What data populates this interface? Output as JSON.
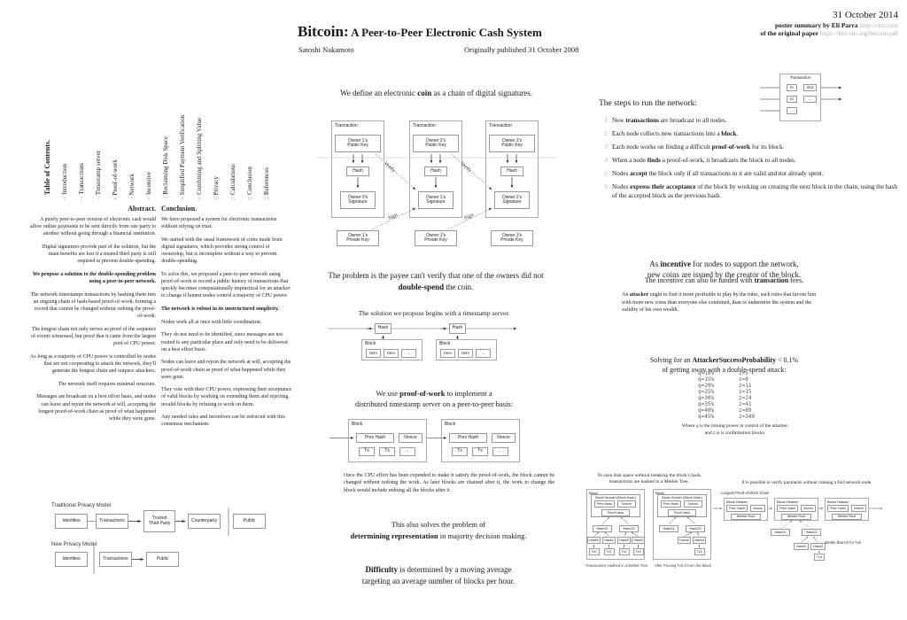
{
  "header": {
    "title_main": "Bitcoin:",
    "title_sub": " A Peer-to-Peer Electronic Cash System",
    "author": "Satoshi Nakamoto",
    "published": "Originally published 31 October 2008",
    "date": "31 October 2014",
    "summary_text": "poster summary by Eli Parra ",
    "summary_link": "http://elzr.com",
    "original_text": "of the original paper ",
    "original_link": "https://bitcoin.org/bitcoin.pdf"
  },
  "toc": {
    "title": "Table of Contents.",
    "items": [
      {
        "num": "1",
        "label": "Introduction"
      },
      {
        "num": "2",
        "label": "Transactions"
      },
      {
        "num": "3",
        "label": "Timestamp server"
      },
      {
        "num": "4",
        "label": "Proof-of-work"
      },
      {
        "num": "5",
        "label": "Network"
      },
      {
        "num": "6",
        "label": "Incentive"
      },
      {
        "num": "7",
        "label": "Reclaiming Disk Space"
      },
      {
        "num": "8",
        "label": "Simplified Payment Verification"
      },
      {
        "num": "9",
        "label": "Combining and Splitting Value"
      },
      {
        "num": "10",
        "label": "Privacy"
      },
      {
        "num": "11",
        "label": "Calculations"
      },
      {
        "num": "12",
        "label": "Conclusion"
      },
      {
        "num": "13",
        "label": "References"
      }
    ]
  },
  "abstract": {
    "title": "Abstract.",
    "paragraphs": [
      "A purely peer-to-peer version of electronic cash would allow online payments to be sent directly from one party to another without going through a financial institution.",
      "Digital signatures provide part of the solution, but the main benefits are lost if a trusted third party is still required to prevent double-spending.",
      "We propose a solution to the double-spending problem using a peer-to-peer network.",
      "The network timestamps transactions by hashing them into an ongoing chain of hash-based proof-of-work, forming a record that cannot be changed without redoing the proof-of-work.",
      "The longest chain not only serves as proof of the sequence of events witnessed, but proof that it came from the largest pool of CPU power.",
      "As long as a majority of CPU power is controlled by nodes that are not cooperating to attack the network, they'll generate the longest chain and outpace attackers.",
      "The network itself requires minimal structure.",
      "Messages are broadcast on a best effort basis, and nodes can leave and rejoin the network at will, accepting the longest proof-of-work chain as proof of what happened while they were gone."
    ]
  },
  "conclusion": {
    "title": "Conclusion.",
    "paragraphs": [
      "We have proposed a system for electronic transactions without relying on trust.",
      "We started with the usual framework of coins made from digital signatures, which provides strong control of ownership, but is incomplete without a way to prevent double-spending.",
      "To solve this, we proposed a peer-to-peer network using proof-of-work to record a public history of transactions that quickly becomes computationally impractical for an attacker to change if honest nodes control a majority of CPU power.",
      "The network is robust in its unstructured simplicity.",
      "Nodes work all at once with little coordination.",
      "They do not need to be identified, since messages are not routed to any particular place and only need to be delivered on a best effort basis.",
      "Nodes can leave and rejoin the network at will, accepting the proof-of-work chain as proof of what happened while they were gone.",
      "They vote with their CPU power, expressing their acceptance of valid blocks by working on extending them and rejecting invalid blocks by refusing to work on them.",
      "Any needed rules and incentives can be enforced with this consensus mechanism."
    ]
  },
  "coin_def": {
    "pre": "We define an electronic ",
    "bold": "coin",
    "post": " as a chain of digital signatures."
  },
  "coin_diagram": {
    "verify": "Verify",
    "sign": "Sign",
    "txs": [
      {
        "title": "Transaction",
        "pub": "Owner 1's\nPublic Key",
        "hash": "Hash",
        "sig": "Owner 0's\nSignature",
        "priv": "Owner 1's\nPrivate Key"
      },
      {
        "title": "Transaction",
        "pub": "Owner 2's\nPublic Key",
        "hash": "Hash",
        "sig": "Owner 1's\nSignature",
        "priv": "Owner 2's\nPrivate Key"
      },
      {
        "title": "Transaction",
        "pub": "Owner 3's\nPublic Key",
        "hash": "Hash",
        "sig": "Owner 2's\nSignature",
        "priv": "Owner 3's\nPrivate Key"
      }
    ]
  },
  "problem": {
    "pre": "The problem is the payee can't verify that one of the owners did not ",
    "bold": "double-spend",
    "post": " the coin."
  },
  "solution_ts": "The solution we propose begins with a timestamp server.",
  "timestamp_diagram": {
    "hash": "Hash",
    "block": "Block",
    "item": "Item",
    "dots": "..."
  },
  "pow_intro": {
    "pre": "We use ",
    "bold": "proof-of-work",
    "post": " to implement a\ndistributed timestamp server on a peer-to-peer basis:"
  },
  "pow_diagram": {
    "block": "Block",
    "prev": "Prev Hash",
    "nonce": "Nonce",
    "tx": "Tx",
    "dots": "..."
  },
  "once_cpu": "Once the CPU effort has been expended to make it satisfy the proof-of-work, the block cannot be changed without redoing the work. As later blocks are chained after it, the work to change the block would include redoing all the blocks after it.",
  "representation": {
    "pre": "This also solves the problem of\n",
    "bold": "determining representation",
    "post": " in majority decision making."
  },
  "difficulty": {
    "bold": "Difficulty",
    "post": " is determined by a moving average\ntargeting an average number of blocks per hour."
  },
  "net_tx": {
    "title": "Transaction",
    "in": "In",
    "out": "Out",
    "dots": "..."
  },
  "steps": {
    "title": "The steps to run the network:",
    "items": [
      {
        "num": "1",
        "pre": "New ",
        "bold": "transactions",
        "post": " are broadcast to all nodes."
      },
      {
        "num": "2",
        "pre": "Each node collects new transactions into a ",
        "bold": "block",
        "post": "."
      },
      {
        "num": "3",
        "pre": "Each node works on finding a difficult ",
        "bold": "proof-of-work",
        "post": " for its block."
      },
      {
        "num": "4",
        "pre": "When a node ",
        "bold": "finds",
        "post": " a proof-of-work, it broadcasts the block to all nodes."
      },
      {
        "num": "5",
        "pre": "Nodes ",
        "bold": "accept",
        "post": " the block only if all transactions in it are valid and not already spent."
      },
      {
        "num": "6",
        "pre": "Nodes ",
        "bold": "express their acceptance",
        "post": " of the block by working on creating the next block in the chain, using the hash of the accepted block as the previous hash."
      }
    ]
  },
  "incentive": {
    "pre": "As ",
    "bold": "incentive",
    "post": " for nodes to support the network,\nnew coins are issued by the creator of the block."
  },
  "fees": {
    "pre": "The incentive can also be funded with ",
    "bold": "transaction",
    "post": " fees."
  },
  "attacker_note": {
    "pre": "An ",
    "bold": "attacker",
    "post": " ought to find it more profitable to play by the rules, such rules that favour him with more new coins than everyone else combined, than to undermine the system and the validity of his own wealth."
  },
  "solving": {
    "pre": "Solving for an ",
    "bold": "AttackerSuccessProbability",
    "post": " < 0.1%\nof getting away with a double-spend attack:"
  },
  "attack_table": {
    "rows": [
      {
        "q": "q=10%",
        "z": "z=5"
      },
      {
        "q": "q=15%",
        "z": "z=8"
      },
      {
        "q": "q=20%",
        "z": "z=11"
      },
      {
        "q": "q=25%",
        "z": "z=15"
      },
      {
        "q": "q=30%",
        "z": "z=24"
      },
      {
        "q": "q=35%",
        "z": "z=41"
      },
      {
        "q": "q=40%",
        "z": "z=89"
      },
      {
        "q": "q=45%",
        "z": "z=340"
      }
    ],
    "note": "Where q is the mining power in control of the attacker,\nand z is is confirmation blocks."
  },
  "merkle": {
    "caption": "To save disk space without breaking the block's hash,\ntransactions are hashed in a Merkle Tree.",
    "block": "Block",
    "header": "Block Header (Block Hash)",
    "prev": "Prev Hash",
    "nonce": "Nonce",
    "root": "Root Hash",
    "h01": "Hash01",
    "h23": "Hash23",
    "h0": "Hash0",
    "h1": "Hash1",
    "h2": "Hash2",
    "h3": "Hash3",
    "tx0": "Tx0",
    "tx1": "Tx1",
    "tx2": "Tx2",
    "tx3": "Tx3",
    "cap1": "Transactions Hashed in a Merkle Tree",
    "cap2": "After Pruning Tx0-2 from the Block"
  },
  "spv": {
    "intro": "It is possible to verify payments without running a full network node.",
    "chain": "Longest Proof-of-Work Chain",
    "bh": "Block Header",
    "prev": "Prev Hash",
    "nonce": "Nonce",
    "root": "Merkle Root",
    "h01": "Hash01",
    "h23": "Hash23",
    "h2": "Hash2",
    "h3": "Hash3",
    "tx3": "Tx3",
    "branch": "Merkle Branch for Tx3"
  },
  "privacy": {
    "trad": "Traditional Privacy Model",
    "new": "New Privacy Model",
    "identities": "Identities",
    "transactions": "Transactions",
    "ttp": "Trusted\nThird Party",
    "counterparty": "Counterparty",
    "public": "Public"
  }
}
